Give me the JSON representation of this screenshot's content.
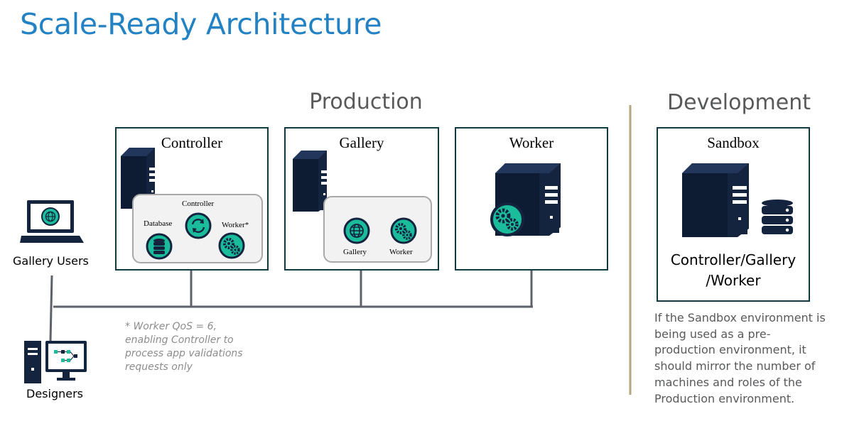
{
  "title": "Scale-Ready Architecture",
  "production": {
    "heading": "Production",
    "controller": {
      "label": "Controller",
      "sub_controller": "Controller",
      "sub_database": "Database",
      "sub_worker": "Worker*"
    },
    "gallery": {
      "label": "Gallery",
      "sub_gallery": "Gallery",
      "sub_worker": "Worker"
    },
    "worker": {
      "label": "Worker"
    },
    "note": "* Worker QoS = 6,\nenabling Controller to\nprocess app validations\nrequests only"
  },
  "development": {
    "heading": "Development",
    "sandbox": {
      "label": "Sandbox",
      "roles": "Controller/Gallery\n/Worker"
    },
    "note": "If the Sandbox environment is\nbeing used as a pre-\nproduction environment, it\nshould mirror the number of\nmachines and roles of the\nProduction environment."
  },
  "clients": {
    "gallery_users": "Gallery Users",
    "designers": "Designers"
  },
  "colors": {
    "navy": "#14243f",
    "teal": "#1abc9c",
    "title_blue": "#2382c3",
    "box_border": "#0f3943",
    "divider": "#b5a680"
  }
}
